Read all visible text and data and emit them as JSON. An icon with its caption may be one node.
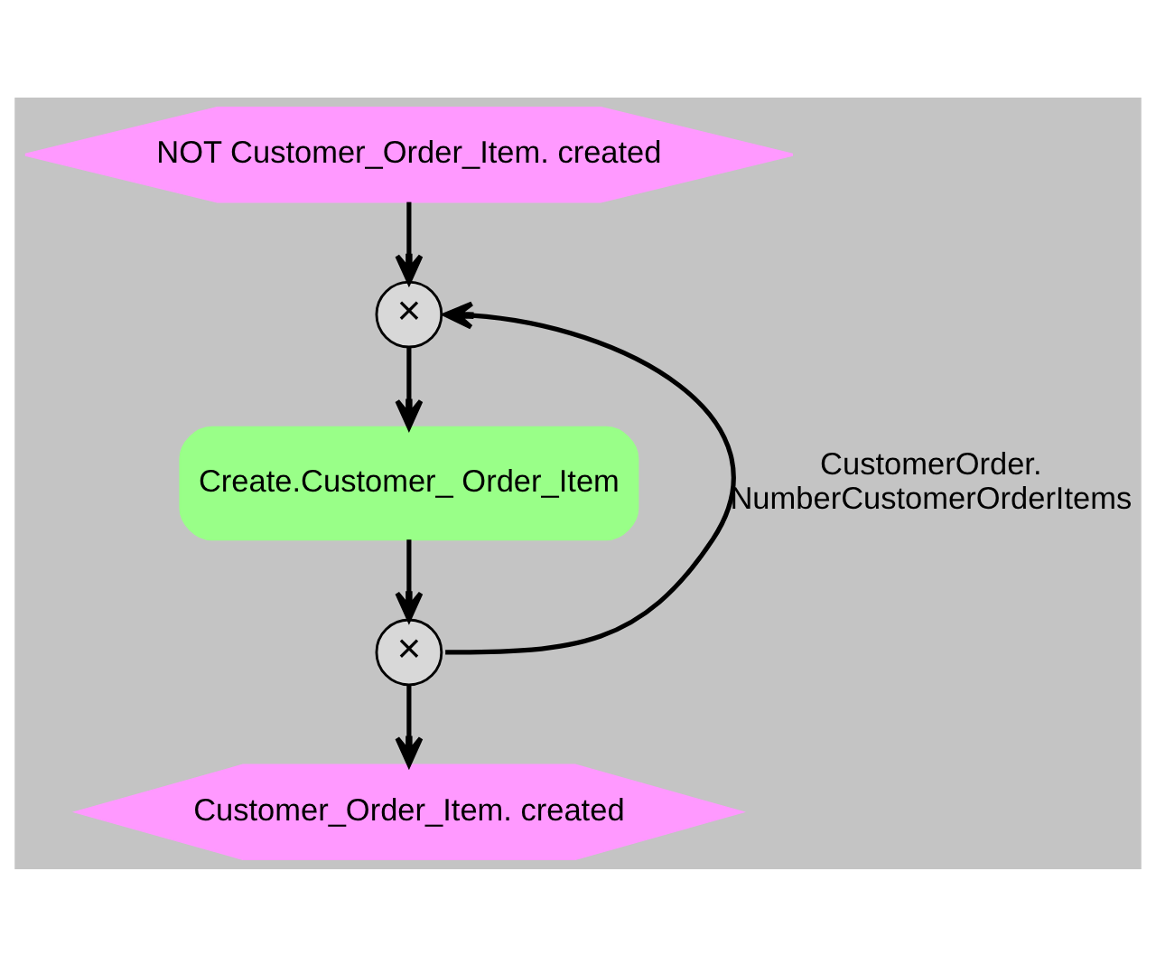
{
  "diagram": {
    "nodes": [
      {
        "text": [
          "NOT Customer_Order_Item. created"
        ]
      },
      {
        "text": [
          "×"
        ]
      },
      {
        "text": [
          "Create.Customer_ Order_Item"
        ]
      },
      {
        "text": [
          "×"
        ]
      },
      {
        "text": [
          "Customer_Order_Item. created"
        ]
      }
    ],
    "edges": [
      {
        "from": 0,
        "to": 1,
        "arrow": "to"
      },
      {
        "from": 1,
        "to": 2,
        "arrow": "to"
      },
      {
        "from": 2,
        "to": 3,
        "arrow": "to"
      },
      {
        "from": 3,
        "to": 4,
        "arrow": "to"
      },
      {
        "from": 3,
        "to": 1,
        "arrow": "to",
        "label": "CustomerOrder. NumberCustomerOrderItems"
      }
    ]
  }
}
